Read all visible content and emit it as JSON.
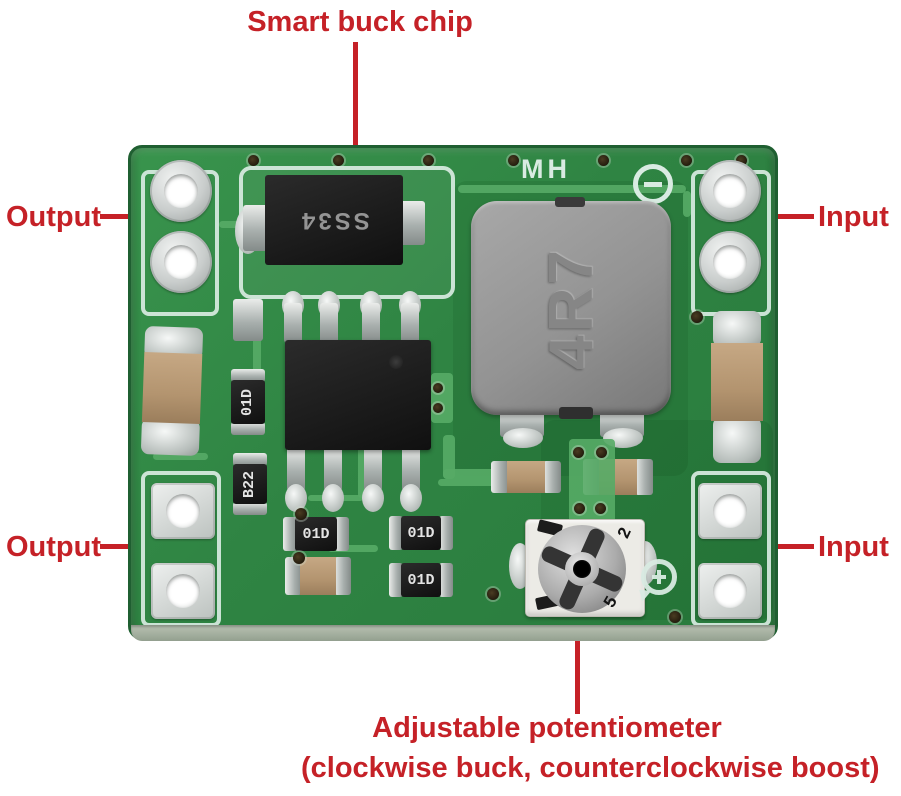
{
  "colors": {
    "annotation_red": "#c52127",
    "pcb_green": "#2f8443",
    "pcb_trace": "#56ab66",
    "pcb_dark_edge": "#1f5f31",
    "silkscreen": "#d9ebe2",
    "tan": "#b3946f"
  },
  "annotations": {
    "smart_buck_chip": "Smart buck chip",
    "output_top": "Output",
    "output_bottom": "Output",
    "input_top": "Input",
    "input_bottom": "Input",
    "pot_line1": "Adjustable potentiometer",
    "pot_line2": "(clockwise buck, counterclockwise boost)"
  },
  "pcb": {
    "silkscreen_id": "MH",
    "diode_label": "SS34",
    "inductor_label": "4R7",
    "resistor_label_01d": "01D",
    "resistor_label_b22": "B22",
    "pot_mark_top": "2",
    "pot_mark_bottom": "5",
    "icons": {
      "negative_terminal": "minus-circle",
      "positive_terminal": "plus-circle"
    }
  }
}
